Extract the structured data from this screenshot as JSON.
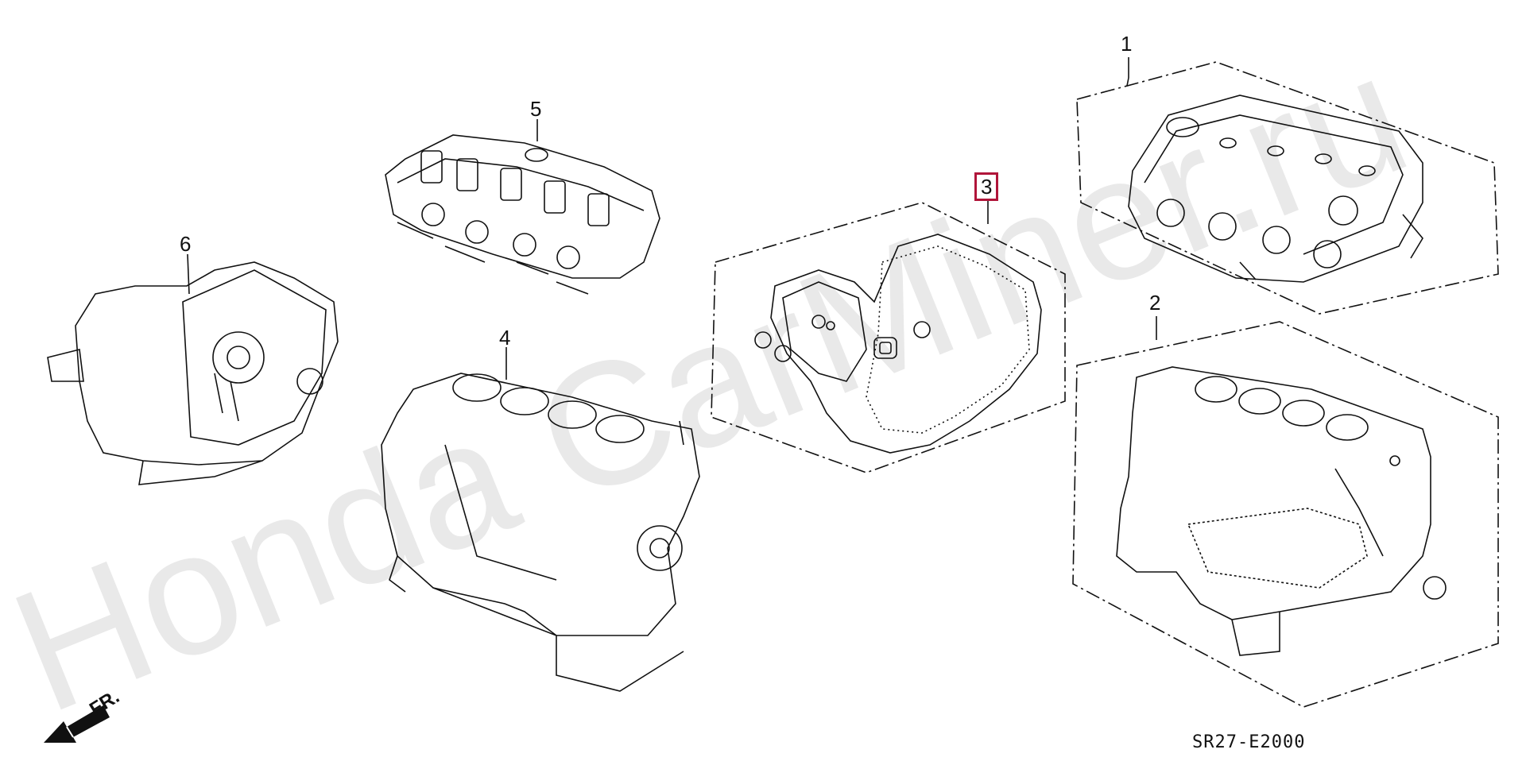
{
  "watermark": {
    "text": "Honda CarMiner.ru",
    "color": "#e9e9e9"
  },
  "callouts": {
    "c1": "1",
    "c2": "2",
    "c3": "3",
    "c4": "4",
    "c5": "5",
    "c6": "6"
  },
  "highlight_color": "#b0153a",
  "orientation_label": "FR.",
  "diagram_code": "SR27-E2000",
  "icons": {
    "orientation": "front-arrow-icon",
    "transmission": "transmission-icon",
    "cylinder_head": "cylinder-head-icon",
    "engine_block": "engine-block-icon"
  }
}
